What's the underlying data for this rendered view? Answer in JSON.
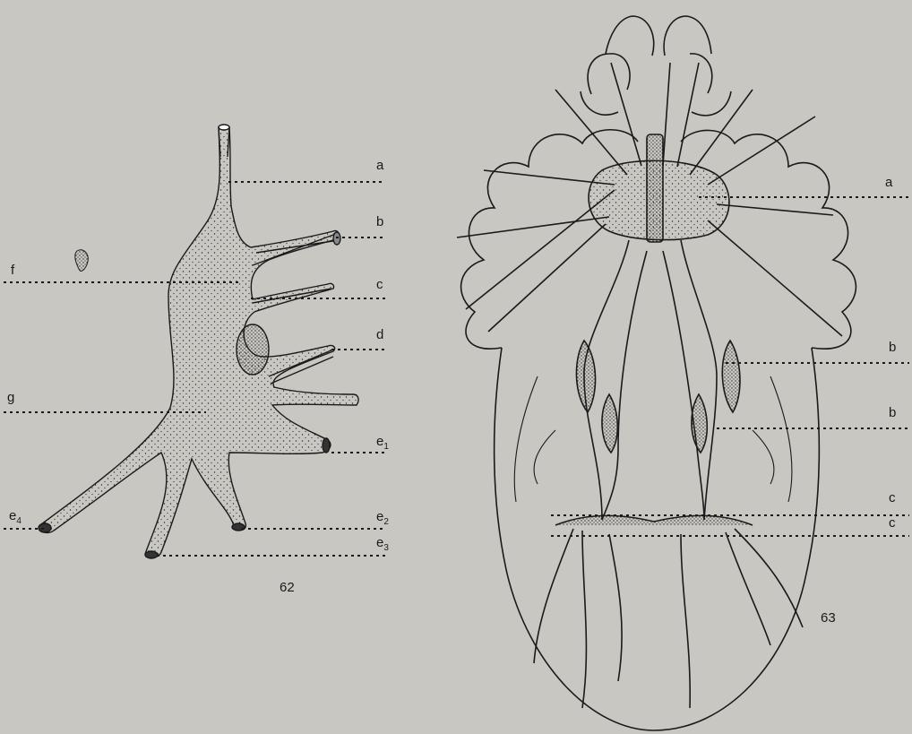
{
  "figure_62": {
    "number": "62",
    "labels": {
      "a": "a",
      "b": "b",
      "c": "c",
      "d": "d",
      "f": "f",
      "g": "g",
      "e1_base": "e",
      "e1_sub": "1",
      "e2_base": "e",
      "e2_sub": "2",
      "e3_base": "e",
      "e3_sub": "3",
      "e4_base": "e",
      "e4_sub": "4"
    }
  },
  "figure_63": {
    "number": "63",
    "labels": {
      "a": "a",
      "b_upper": "b",
      "b_lower": "b",
      "c_upper": "c",
      "c_lower": "c"
    }
  },
  "colors": {
    "ink": "#1a1a1a",
    "paper": "#c9c7c2",
    "stipple": "#333333"
  }
}
